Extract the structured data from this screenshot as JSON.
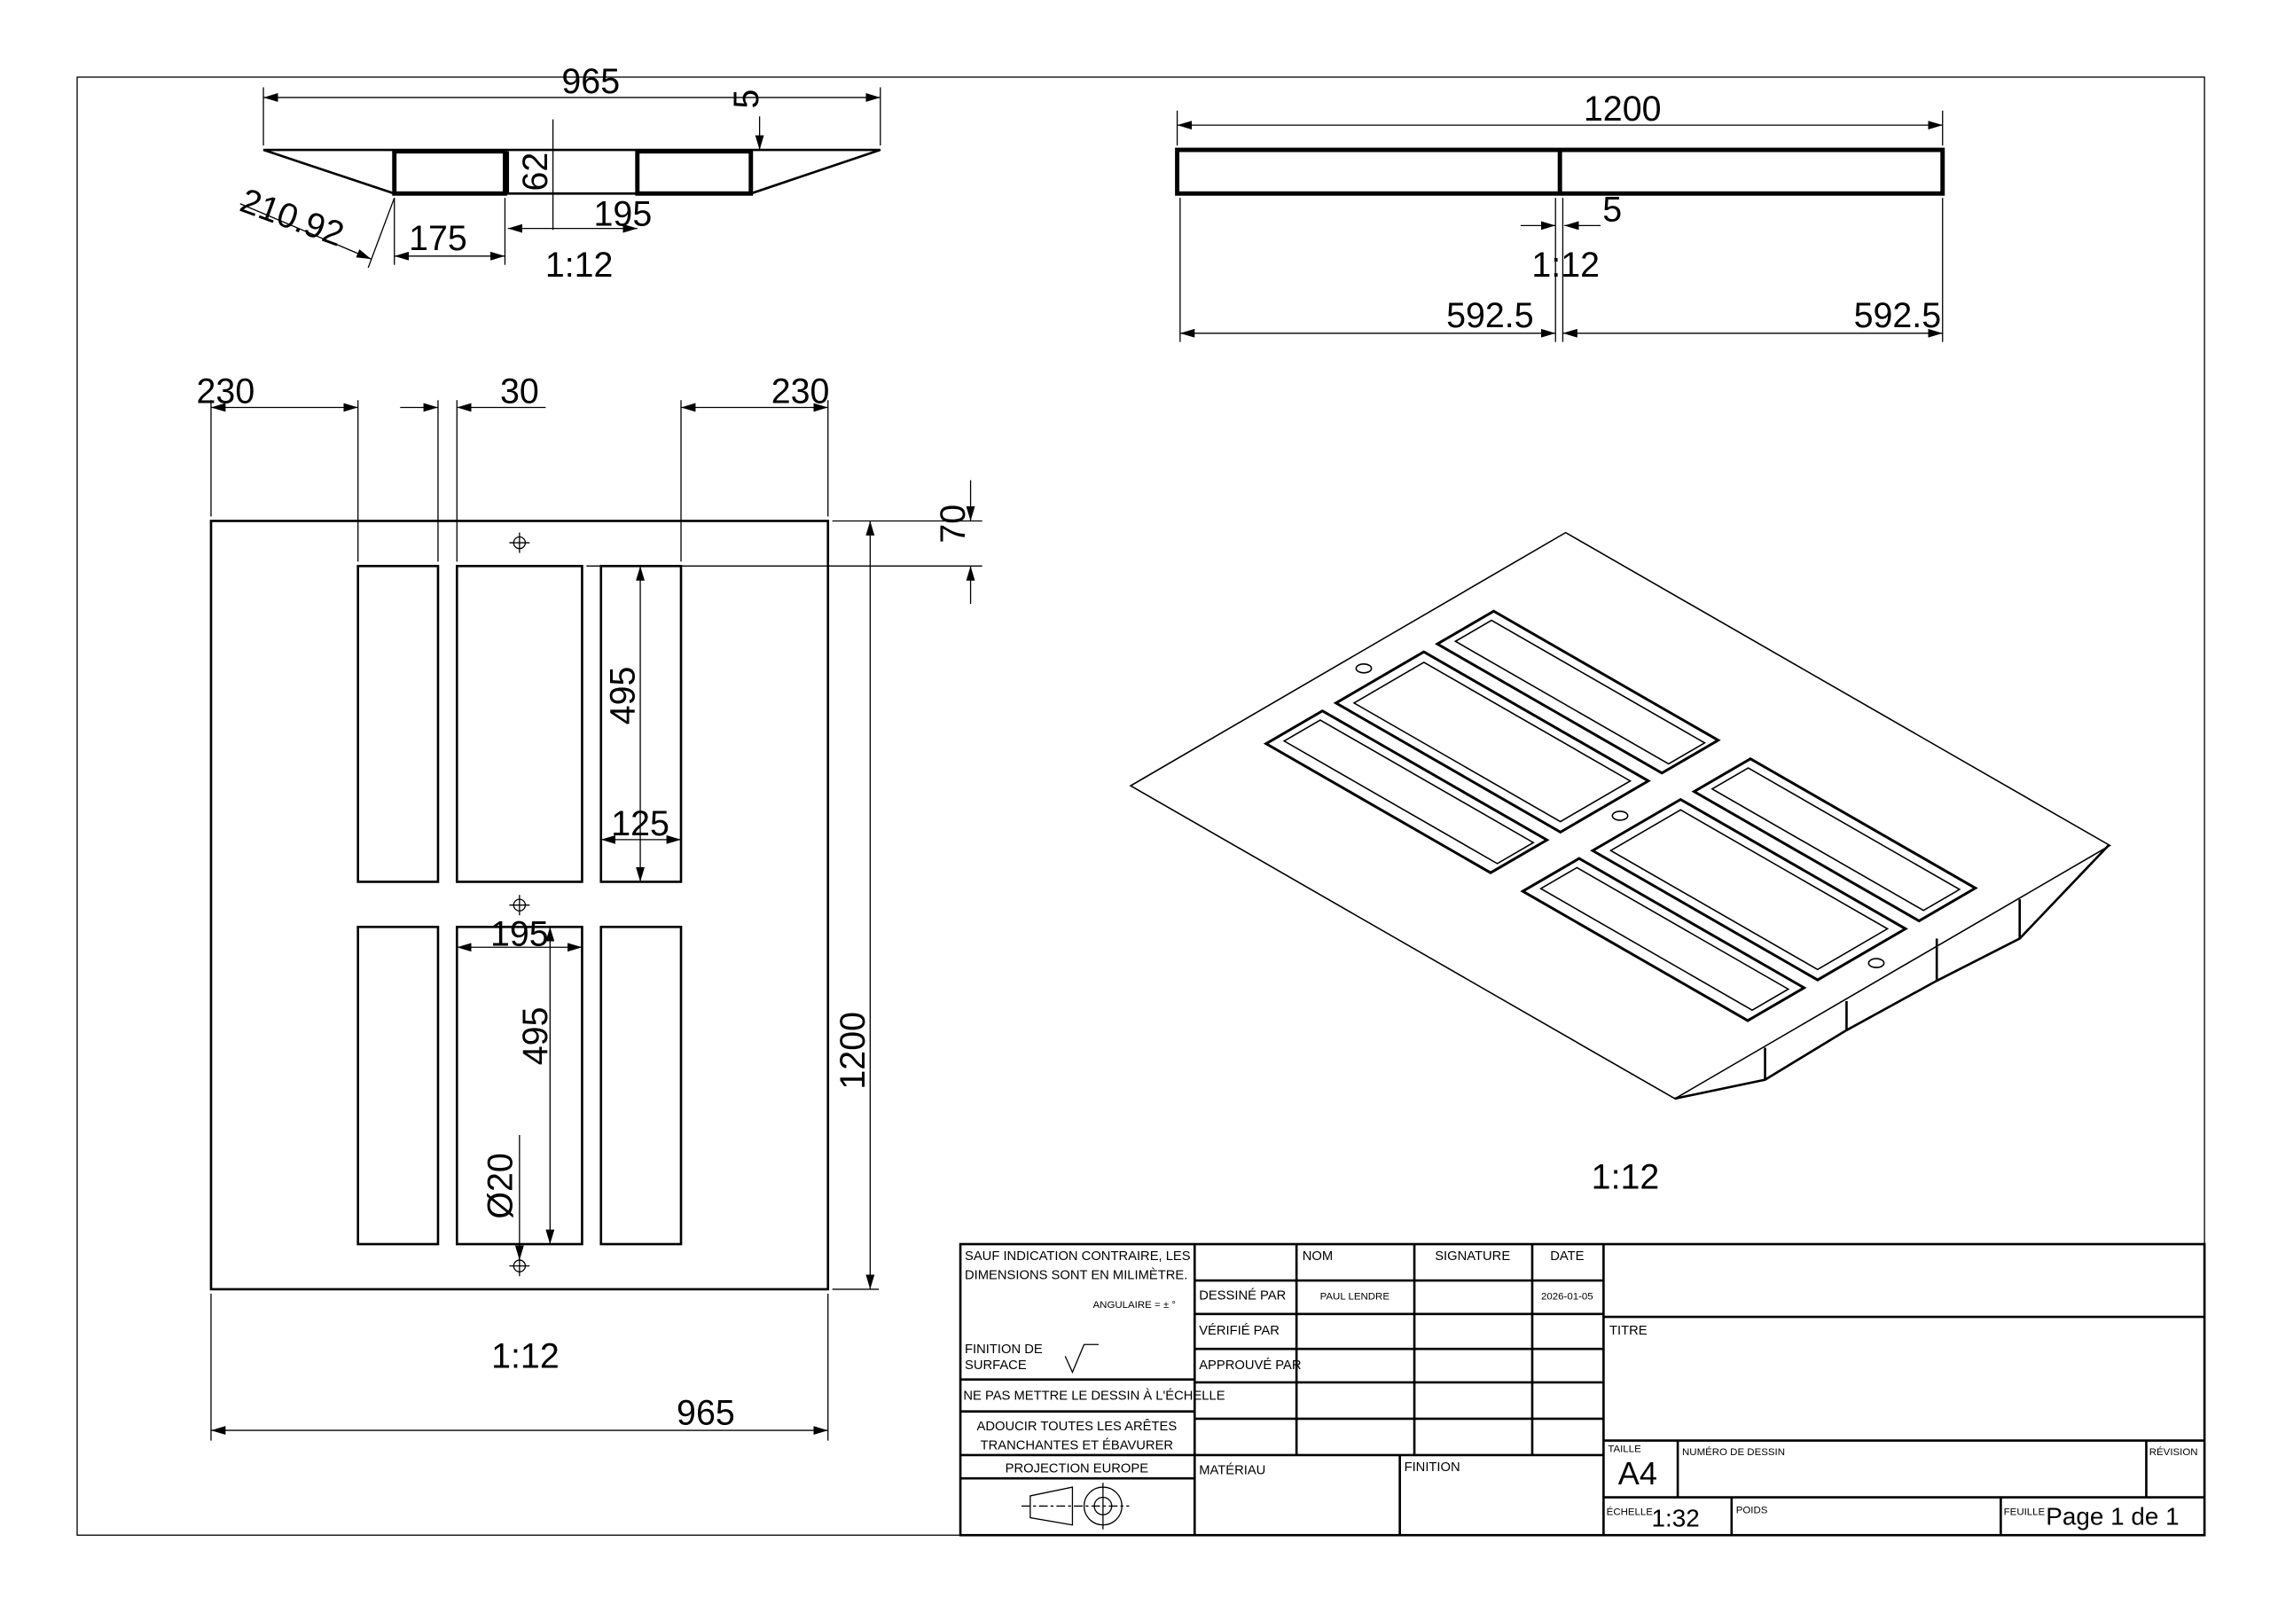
{
  "views": {
    "top_left": {
      "dim_width": "965",
      "dim_thickness": "5",
      "dim_height": "62",
      "dim_slot": "175",
      "dim_center": "195",
      "dim_slope": "210.92",
      "scale": "1:12"
    },
    "top_right": {
      "dim_length": "1200",
      "dim_gap": "5",
      "dim_half_left": "592.5",
      "dim_half_right": "592.5",
      "scale": "1:12"
    },
    "plan": {
      "dim_left": "230",
      "dim_gap": "30",
      "dim_right": "230",
      "dim_margin": "70",
      "dim_total_height": "1200",
      "dim_total_width": "965",
      "dim_slot_height_1": "495",
      "dim_slot_width": "125",
      "dim_center_width": "195",
      "dim_slot_height_2": "495",
      "dim_hole": "Ø20",
      "scale": "1:12"
    },
    "isometric": {
      "scale": "1:12"
    }
  },
  "title_block": {
    "note_units": [
      "SAUF INDICATION CONTRAIRE, LES",
      "DIMENSIONS SONT EN MILIMÈTRE."
    ],
    "angular": "ANGULAIRE = ± °",
    "surface_finish": [
      "FINITION DE",
      "SURFACE"
    ],
    "no_scale": "NE PAS METTRE LE DESSIN À L'ÉCHELLE",
    "deburr": [
      "ADOUCIR TOUTES LES ARÊTES",
      "TRANCHANTES ET ÉBAVURER"
    ],
    "projection": "PROJECTION EUROPE",
    "headers": {
      "nom": "NOM",
      "signature": "SIGNATURE",
      "date": "DATE"
    },
    "rows": {
      "drawn_by": "DESSINÉ PAR",
      "checked_by": "VÉRIFIÉ PAR",
      "approved_by": "APPROUVÉ PAR"
    },
    "drawn_name": "PAUL LENDRE",
    "drawn_date": "2026-01-05",
    "material": "MATÉRIAU",
    "finish": "FINITION",
    "title_label": "TITRE",
    "size_label": "TAILLE",
    "size": "A4",
    "drawing_number_label": "NUMÉRO DE DESSIN",
    "revision_label": "RÉVISION",
    "scale_label": "ÉCHELLE",
    "scale": "1:32",
    "weight_label": "POIDS",
    "sheet_label": "FEUILLE",
    "sheet": "Page 1 de 1"
  }
}
